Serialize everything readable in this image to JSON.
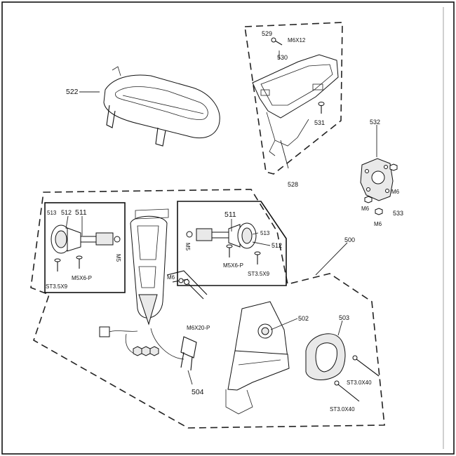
{
  "labels": {
    "p522": "522",
    "p529": "529",
    "p530": "530",
    "p531": "531",
    "p528": "528",
    "p532": "532",
    "p533": "533",
    "p500": "500",
    "p502": "502",
    "p503": "503",
    "p504": "504",
    "left_513": "513",
    "left_512": "512",
    "left_511": "511",
    "right_511": "511",
    "right_513": "513",
    "right_512": "512"
  },
  "specs": {
    "m6x12": "M6X12",
    "m6_a": "M6",
    "m6_b": "M6",
    "m6_c": "M6",
    "m6_bracket": "M6",
    "m5_left": "M5",
    "m5_right": "M5",
    "m5x6p_left": "M5X6-P",
    "m5x6p_right": "M5X6-P",
    "st35x9_left": "ST3.5X9",
    "st35x9_right": "ST3.5X9",
    "m6x20p": "M6X20-P",
    "st30x40_a": "ST3.0X40",
    "st30x40_b": "ST3.0X40"
  },
  "colors": {
    "line": "#111111",
    "fill_light": "#e9e9e9",
    "background": "#ffffff"
  }
}
